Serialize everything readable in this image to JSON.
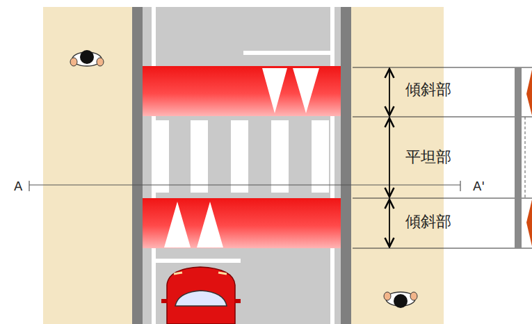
{
  "diagram": {
    "labels": [
      "傾斜部",
      "平坦部",
      "傾斜部",
      "A",
      "A'"
    ]
  }
}
